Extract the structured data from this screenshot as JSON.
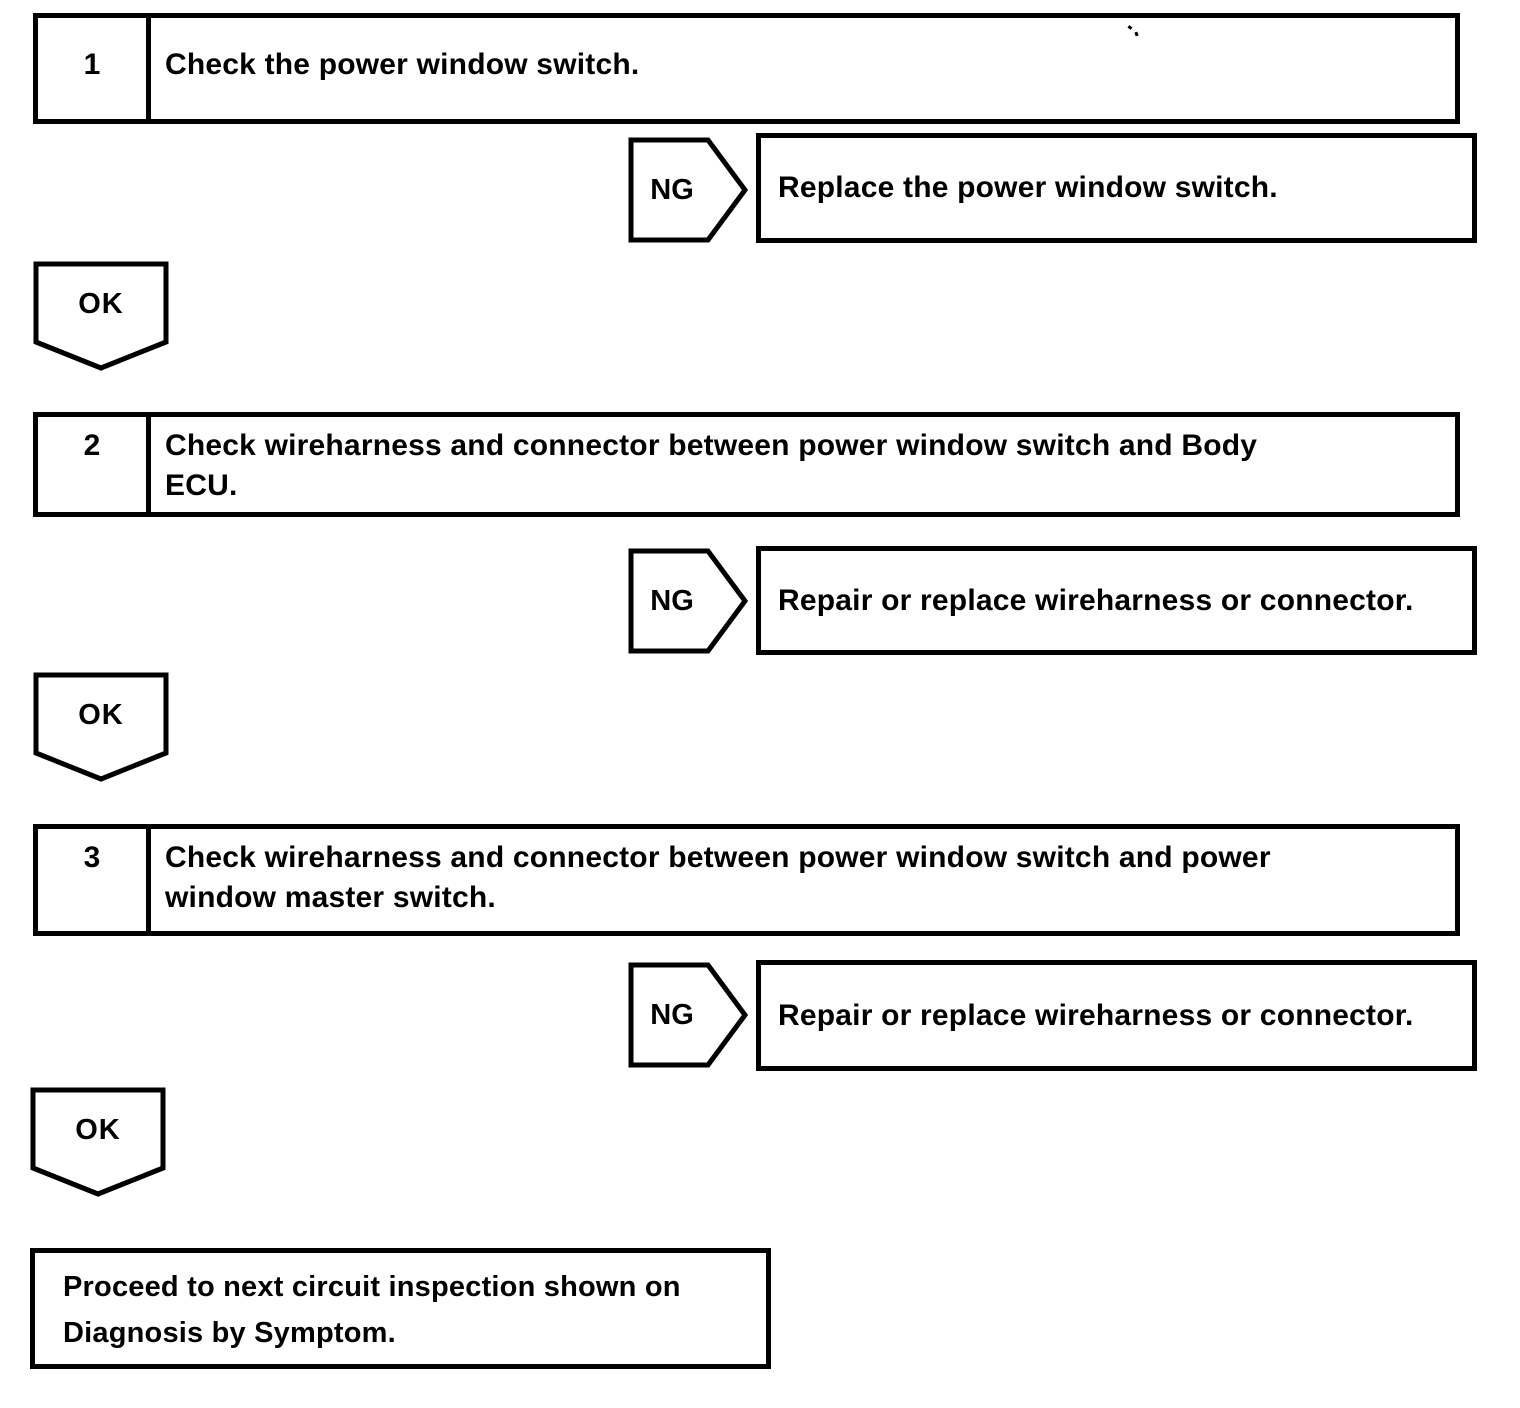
{
  "page": {
    "background_color": "#ffffff",
    "line_color": "#000000"
  },
  "steps": [
    {
      "number": "1",
      "title_lines": [
        "Check the power window switch.",
        ""
      ],
      "ng": {
        "label": "NG",
        "result": "Replace the power window switch."
      },
      "ok": {
        "label": "OK"
      }
    },
    {
      "number": "2",
      "title_lines": [
        "Check wireharness and connector between power window switch and Body",
        "ECU."
      ],
      "ng": {
        "label": "NG",
        "result": "Repair or replace wireharness or connector."
      },
      "ok": {
        "label": "OK"
      }
    },
    {
      "number": "3",
      "title_lines": [
        "Check wireharness and connector between power window switch and power",
        "window master switch."
      ],
      "ng": {
        "label": "NG",
        "result": "Repair or replace wireharness or connector."
      },
      "ok": {
        "label": "OK"
      }
    }
  ],
  "final_box": {
    "lines": [
      "Proceed to next circuit inspection shown on",
      "Diagnosis by Symptom."
    ]
  }
}
